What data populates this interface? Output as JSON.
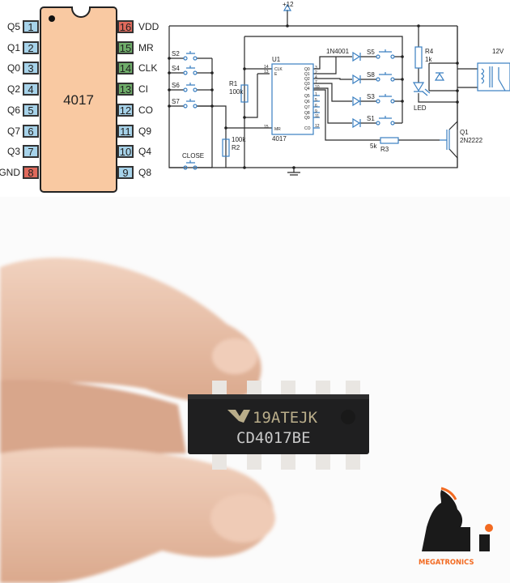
{
  "pinout": {
    "chip_label": "4017",
    "left_pins": [
      {
        "num": "1",
        "name": "Q5",
        "color": "#a7d3ea"
      },
      {
        "num": "2",
        "name": "Q1",
        "color": "#a7d3ea"
      },
      {
        "num": "3",
        "name": "Q0",
        "color": "#a7d3ea"
      },
      {
        "num": "4",
        "name": "Q2",
        "color": "#a7d3ea"
      },
      {
        "num": "5",
        "name": "Q6",
        "color": "#a7d3ea"
      },
      {
        "num": "6",
        "name": "Q7",
        "color": "#a7d3ea"
      },
      {
        "num": "7",
        "name": "Q3",
        "color": "#a7d3ea"
      },
      {
        "num": "8",
        "name": "GND",
        "color": "#e06a5c"
      }
    ],
    "right_pins": [
      {
        "num": "16",
        "name": "VDD",
        "color": "#e06a5c"
      },
      {
        "num": "15",
        "name": "MR",
        "color": "#6fae6a"
      },
      {
        "num": "14",
        "name": "CLK",
        "color": "#6fae6a"
      },
      {
        "num": "13",
        "name": "CI",
        "color": "#6fae6a"
      },
      {
        "num": "12",
        "name": "CO",
        "color": "#a7d3ea"
      },
      {
        "num": "11",
        "name": "Q9",
        "color": "#a7d3ea"
      },
      {
        "num": "10",
        "name": "Q4",
        "color": "#a7d3ea"
      },
      {
        "num": "9",
        "name": "Q8",
        "color": "#a7d3ea"
      }
    ]
  },
  "schematic": {
    "supply": "+12",
    "switches_left": [
      "S2",
      "S4",
      "S6",
      "S7"
    ],
    "close_switch": "CLOSE",
    "r1": {
      "name": "R1",
      "value": "100k"
    },
    "r2": {
      "name": "R2",
      "value": "100k"
    },
    "r3": {
      "name": "R3",
      "value": "5k"
    },
    "r4": {
      "name": "R4",
      "value": "1k"
    },
    "u1": {
      "name": "U1",
      "part": "4017",
      "pins_left": [
        {
          "num": "14",
          "label": "CLK"
        },
        {
          "num": "13",
          "label": "E"
        },
        {
          "num": "15",
          "label": "MR"
        }
      ],
      "outputs": [
        {
          "label": "Q0",
          "num": "3"
        },
        {
          "label": "Q1",
          "num": "2"
        },
        {
          "label": "Q2",
          "num": "4"
        },
        {
          "label": "Q3",
          "num": "7"
        },
        {
          "label": "Q4",
          "num": "10"
        },
        {
          "label": "Q5",
          "num": "1"
        },
        {
          "label": "Q6",
          "num": "5"
        },
        {
          "label": "Q7",
          "num": "6"
        },
        {
          "label": "Q8",
          "num": "9"
        },
        {
          "label": "Q9",
          "num": "11"
        }
      ],
      "co": {
        "label": "CO",
        "num": "12"
      }
    },
    "diode": "1N4001",
    "switches_right": [
      "S5",
      "S8",
      "S3",
      "S1"
    ],
    "led": "LED",
    "relay": "12V",
    "transistor": {
      "name": "Q1",
      "part": "2N2222"
    },
    "line_color": "#2a2a2a",
    "part_color": "#3a7fc1"
  },
  "photo": {
    "chip_line1": "19ATEJK",
    "chip_line2": "CD4017BE",
    "brand": "MEGATRONICS",
    "brand_color": "#f26a21"
  }
}
